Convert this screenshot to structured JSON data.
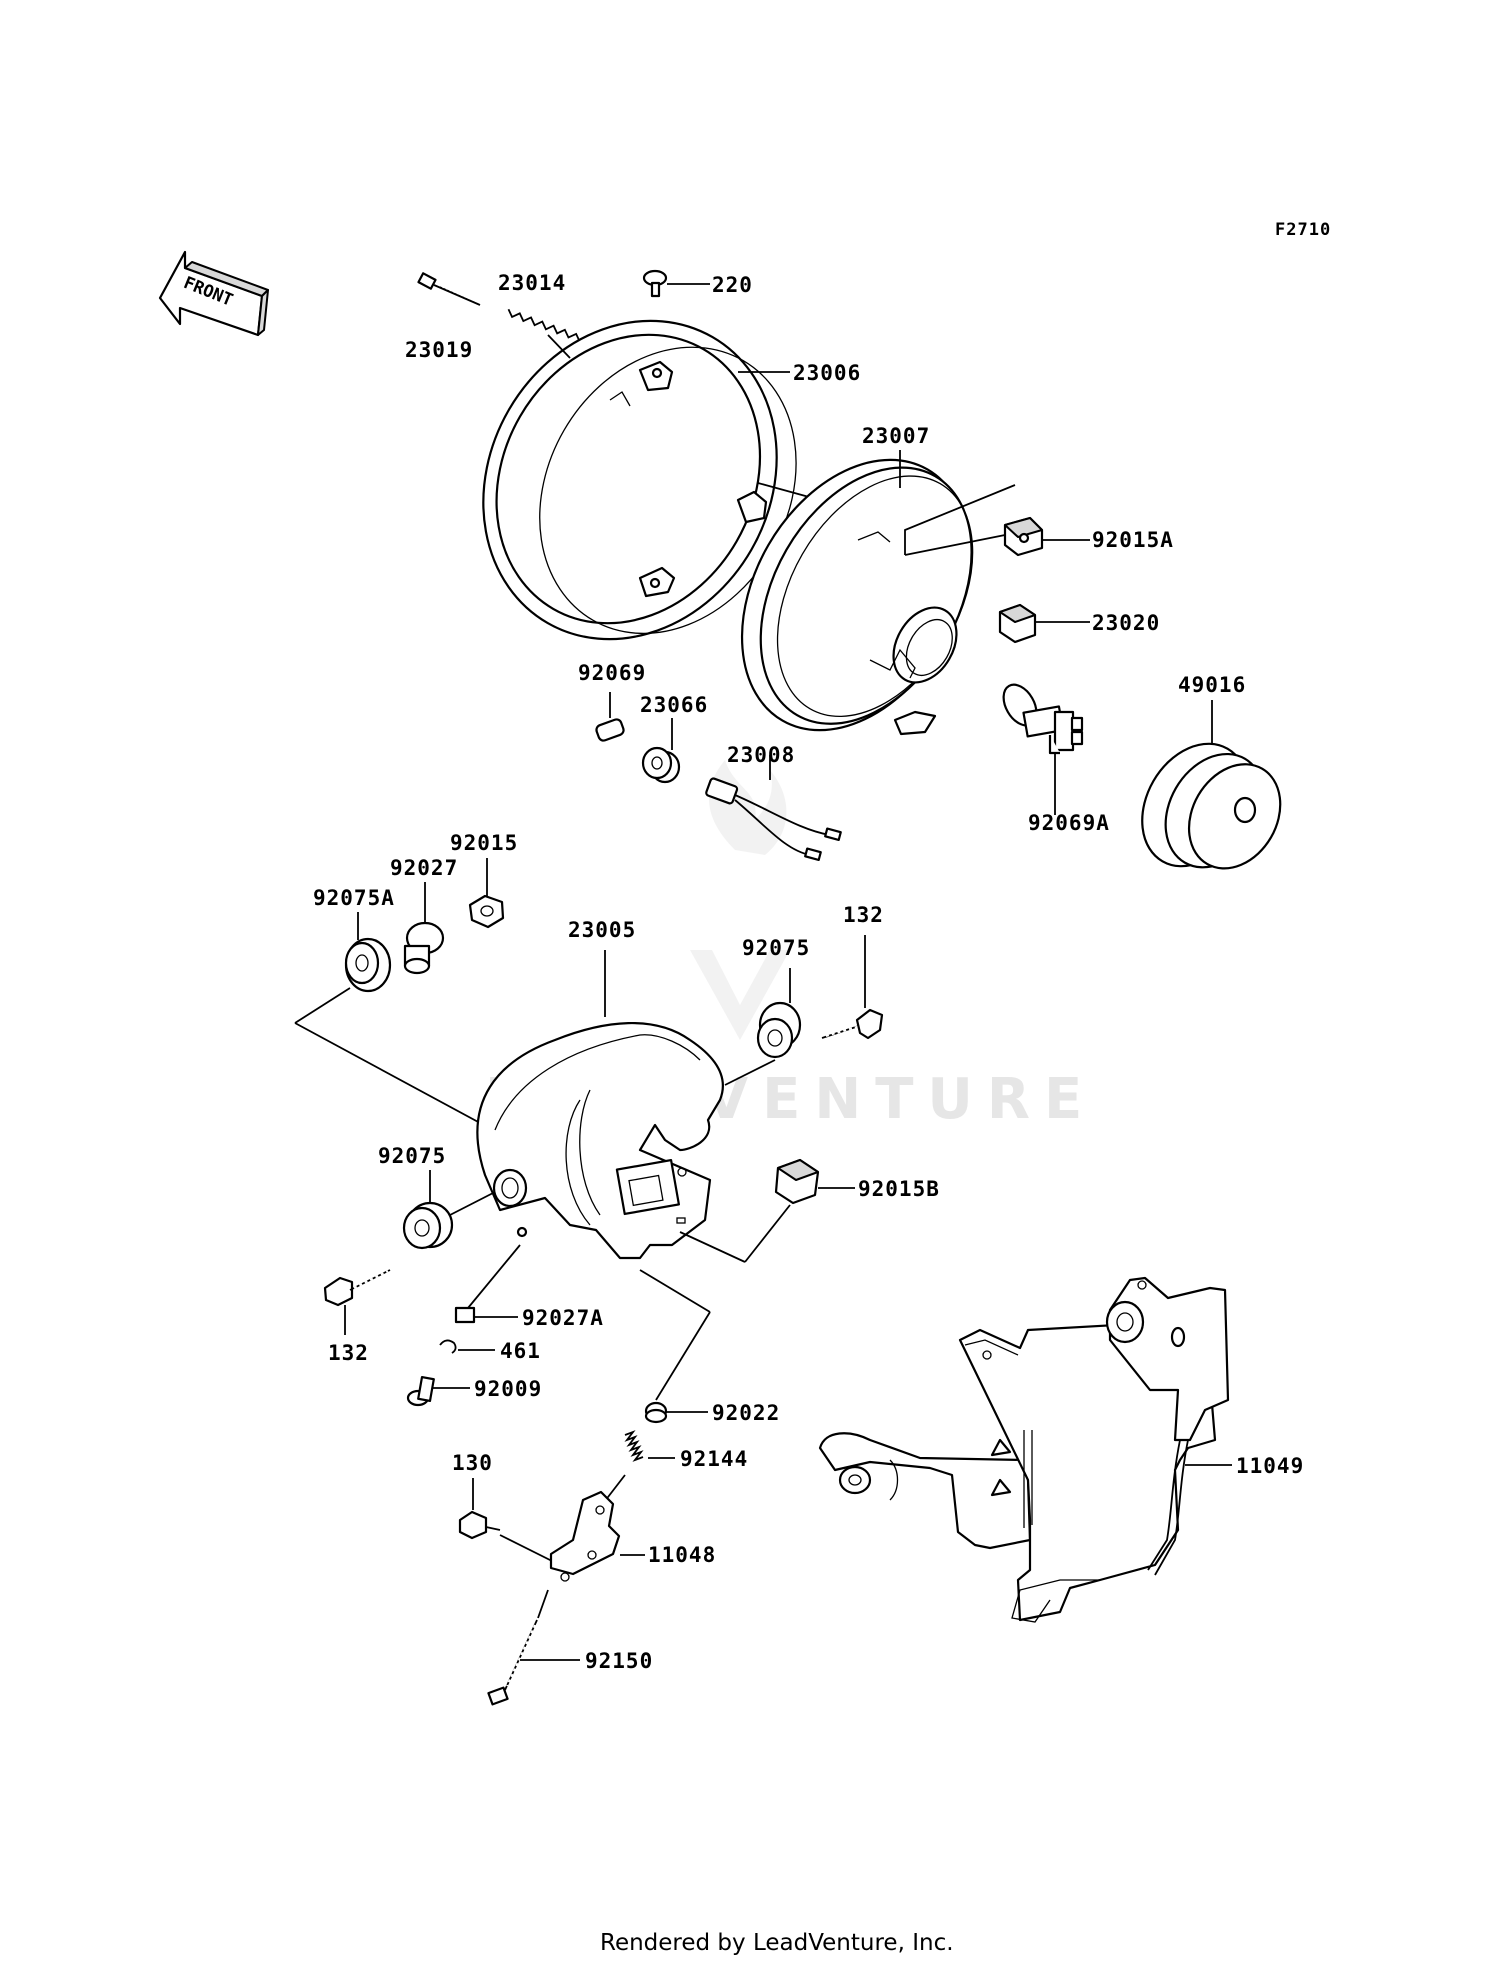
{
  "figure_code": "F2710",
  "front_label": "FRONT",
  "watermark": "LEADVENTURE",
  "footer": "Rendered by LeadVenture, Inc.",
  "parts": {
    "p23019": "23019",
    "p23014": "23014",
    "p220": "220",
    "p23006": "23006",
    "p23007": "23007",
    "p92015A": "92015A",
    "p23020": "23020",
    "p92069": "92069",
    "p23066": "23066",
    "p23008": "23008",
    "p49016": "49016",
    "p92069A": "92069A",
    "p92015": "92015",
    "p92027": "92027",
    "p92075A": "92075A",
    "p23005": "23005",
    "p92075_right": "92075",
    "p132_right": "132",
    "p92075_left": "92075",
    "p92015B": "92015B",
    "p132_left": "132",
    "p92027A": "92027A",
    "p461": "461",
    "p92009": "92009",
    "p92022": "92022",
    "p130": "130",
    "p92144": "92144",
    "p11048": "11048",
    "p11049": "11049",
    "p92150": "92150"
  }
}
